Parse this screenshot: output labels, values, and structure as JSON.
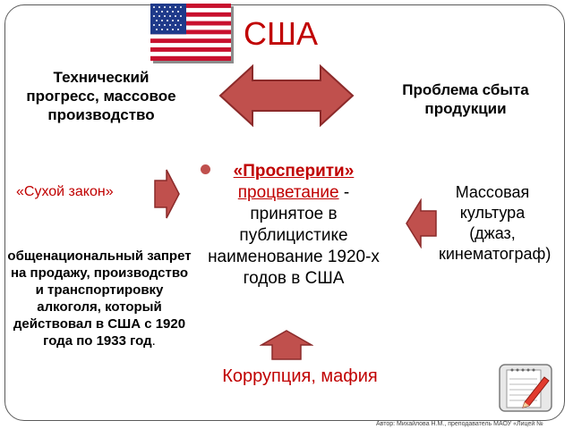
{
  "slide": {
    "title": "США",
    "left_factor": "Технический прогресс, массовое производство",
    "right_factor": "Проблема сбыта продукции",
    "dry_law": "«Сухой закон»",
    "dry_law_definition": "общенациональный запрет на продажу, производство и транспортировку алкоголя, который действовал в США с 1920 года по 1933 год",
    "dry_law_definition_end": ".",
    "center": {
      "term": "«Просперити»",
      "translation": "процветание",
      "description": "- принятое в публицистике наименование 1920-х годов в США"
    },
    "mass_culture": "Массовая культура (джаз, кинематограф)",
    "corruption": "Коррупция, мафия",
    "footer": "Автор: Михайлова Н.М., преподаватель МАОУ «Лицей №"
  },
  "colors": {
    "accent_red": "#c00000",
    "arrow_fill": "#c0504d",
    "arrow_stroke": "#8b2a2a",
    "frame": "#5a5a5a"
  },
  "icons": [
    "us-flag-icon",
    "double-arrow-icon",
    "right-arrow-icon",
    "left-arrow-icon",
    "up-arrow-icon",
    "notepad-pencil-icon"
  ]
}
